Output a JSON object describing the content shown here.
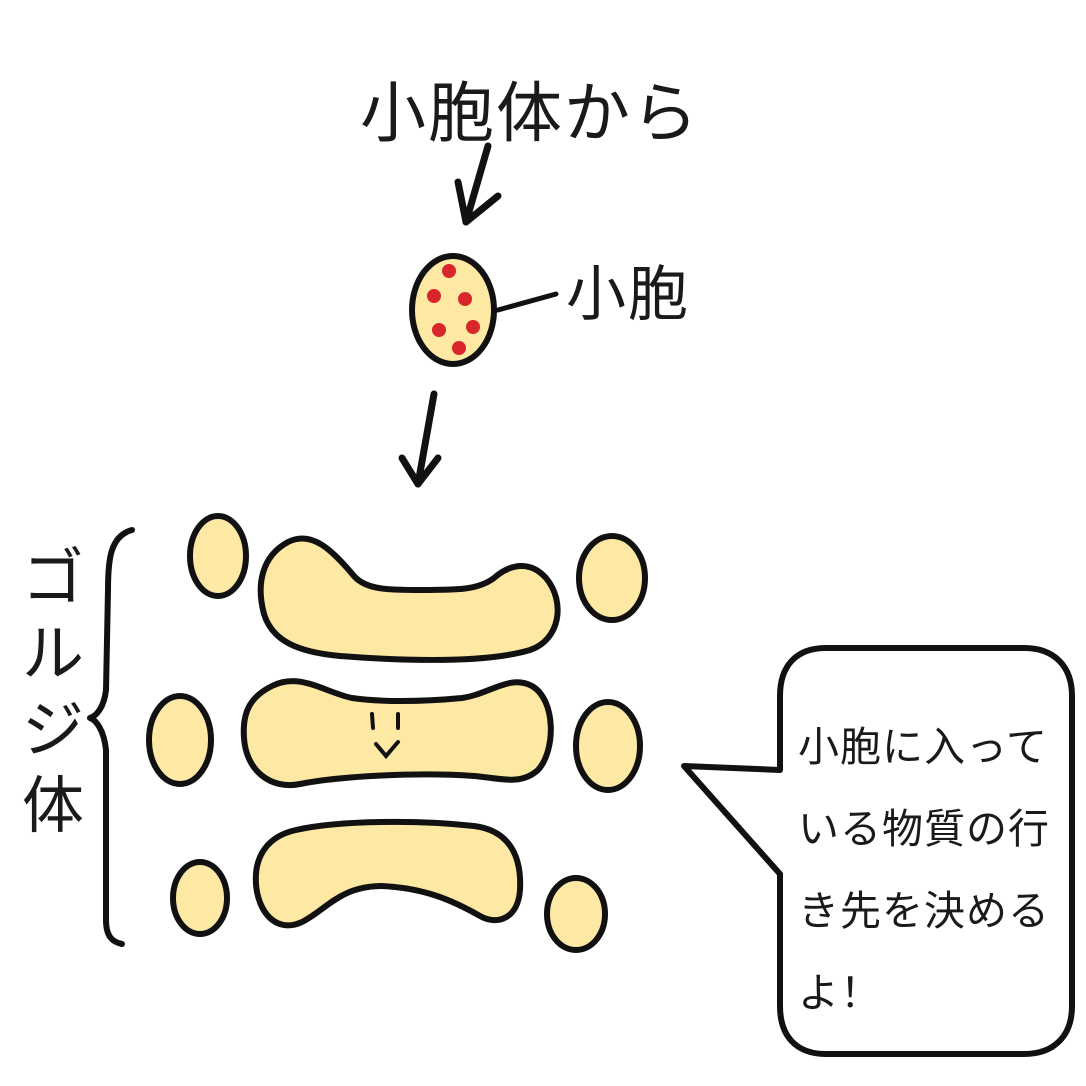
{
  "labels": {
    "source_text": "小胞体から",
    "vesicle_text": "小胞",
    "golgi_text": "ゴルジ体"
  },
  "speech_bubble": {
    "text": "小胞に入っている物質の行き先を決めるよ！"
  },
  "colors": {
    "cisterna_fill": "#fde9a4",
    "outline": "#111111",
    "cargo_dot": "#d9262b",
    "background": "#ffffff"
  },
  "icons": {
    "arrow_top": "down-arrow-icon",
    "arrow_middle": "down-arrow-icon",
    "golgi_face": "smiley-face-icon"
  }
}
